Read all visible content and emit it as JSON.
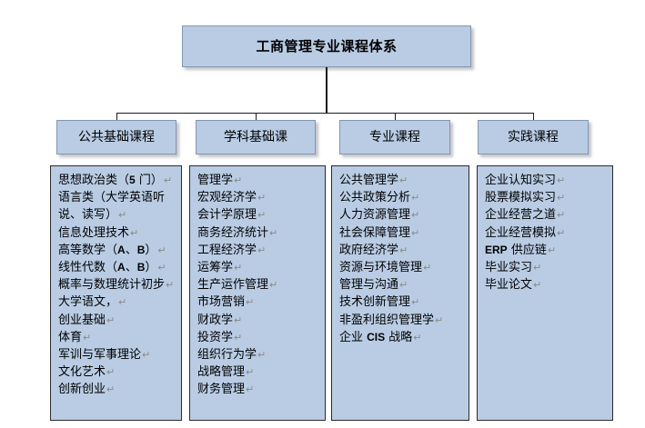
{
  "diagram": {
    "title": "工商管理专业课程体系",
    "colors": {
      "box_fill": "#b9cce4",
      "header_border": "#8496b0",
      "list_border": "#2b2b2b",
      "line": "#1a1a1a",
      "text": "#000000",
      "pilcrow": "#8a8a8a"
    },
    "pilcrow_glyph": "↵",
    "categories": [
      {
        "label": "公共基础课程",
        "courses": [
          "思想政治类（5 门）",
          "语言类（大学英语听说、读写）",
          "信息处理技术",
          "高等数学（A、B）",
          "线性代数（A、B）",
          "概率与数理统计初步",
          "大学语文，",
          "创业基础",
          "体育",
          "军训与军事理论",
          "文化艺术",
          "创新创业"
        ]
      },
      {
        "label": "学科基础课",
        "courses": [
          "管理学",
          "宏观经济学",
          "会计学原理",
          "商务经济统计",
          "工程经济学",
          "运筹学",
          "生产运作管理",
          "市场营销",
          "财政学",
          "投资学",
          "组织行为学",
          "战略管理",
          "财务管理"
        ]
      },
      {
        "label": "专业课程",
        "courses": [
          "公共管理学",
          "公共政策分析",
          "人力资源管理",
          "社会保障管理",
          "政府经济学",
          "资源与环境管理",
          "管理与沟通",
          "技术创新管理",
          "非盈利组织管理学",
          "企业 CIS 战略"
        ]
      },
      {
        "label": "实践课程",
        "courses": [
          "企业认知实习",
          "股票模拟实习",
          "企业经营之道",
          "企业经营模拟",
          "ERP 供应链",
          "毕业实习",
          "毕业论文"
        ]
      }
    ]
  }
}
